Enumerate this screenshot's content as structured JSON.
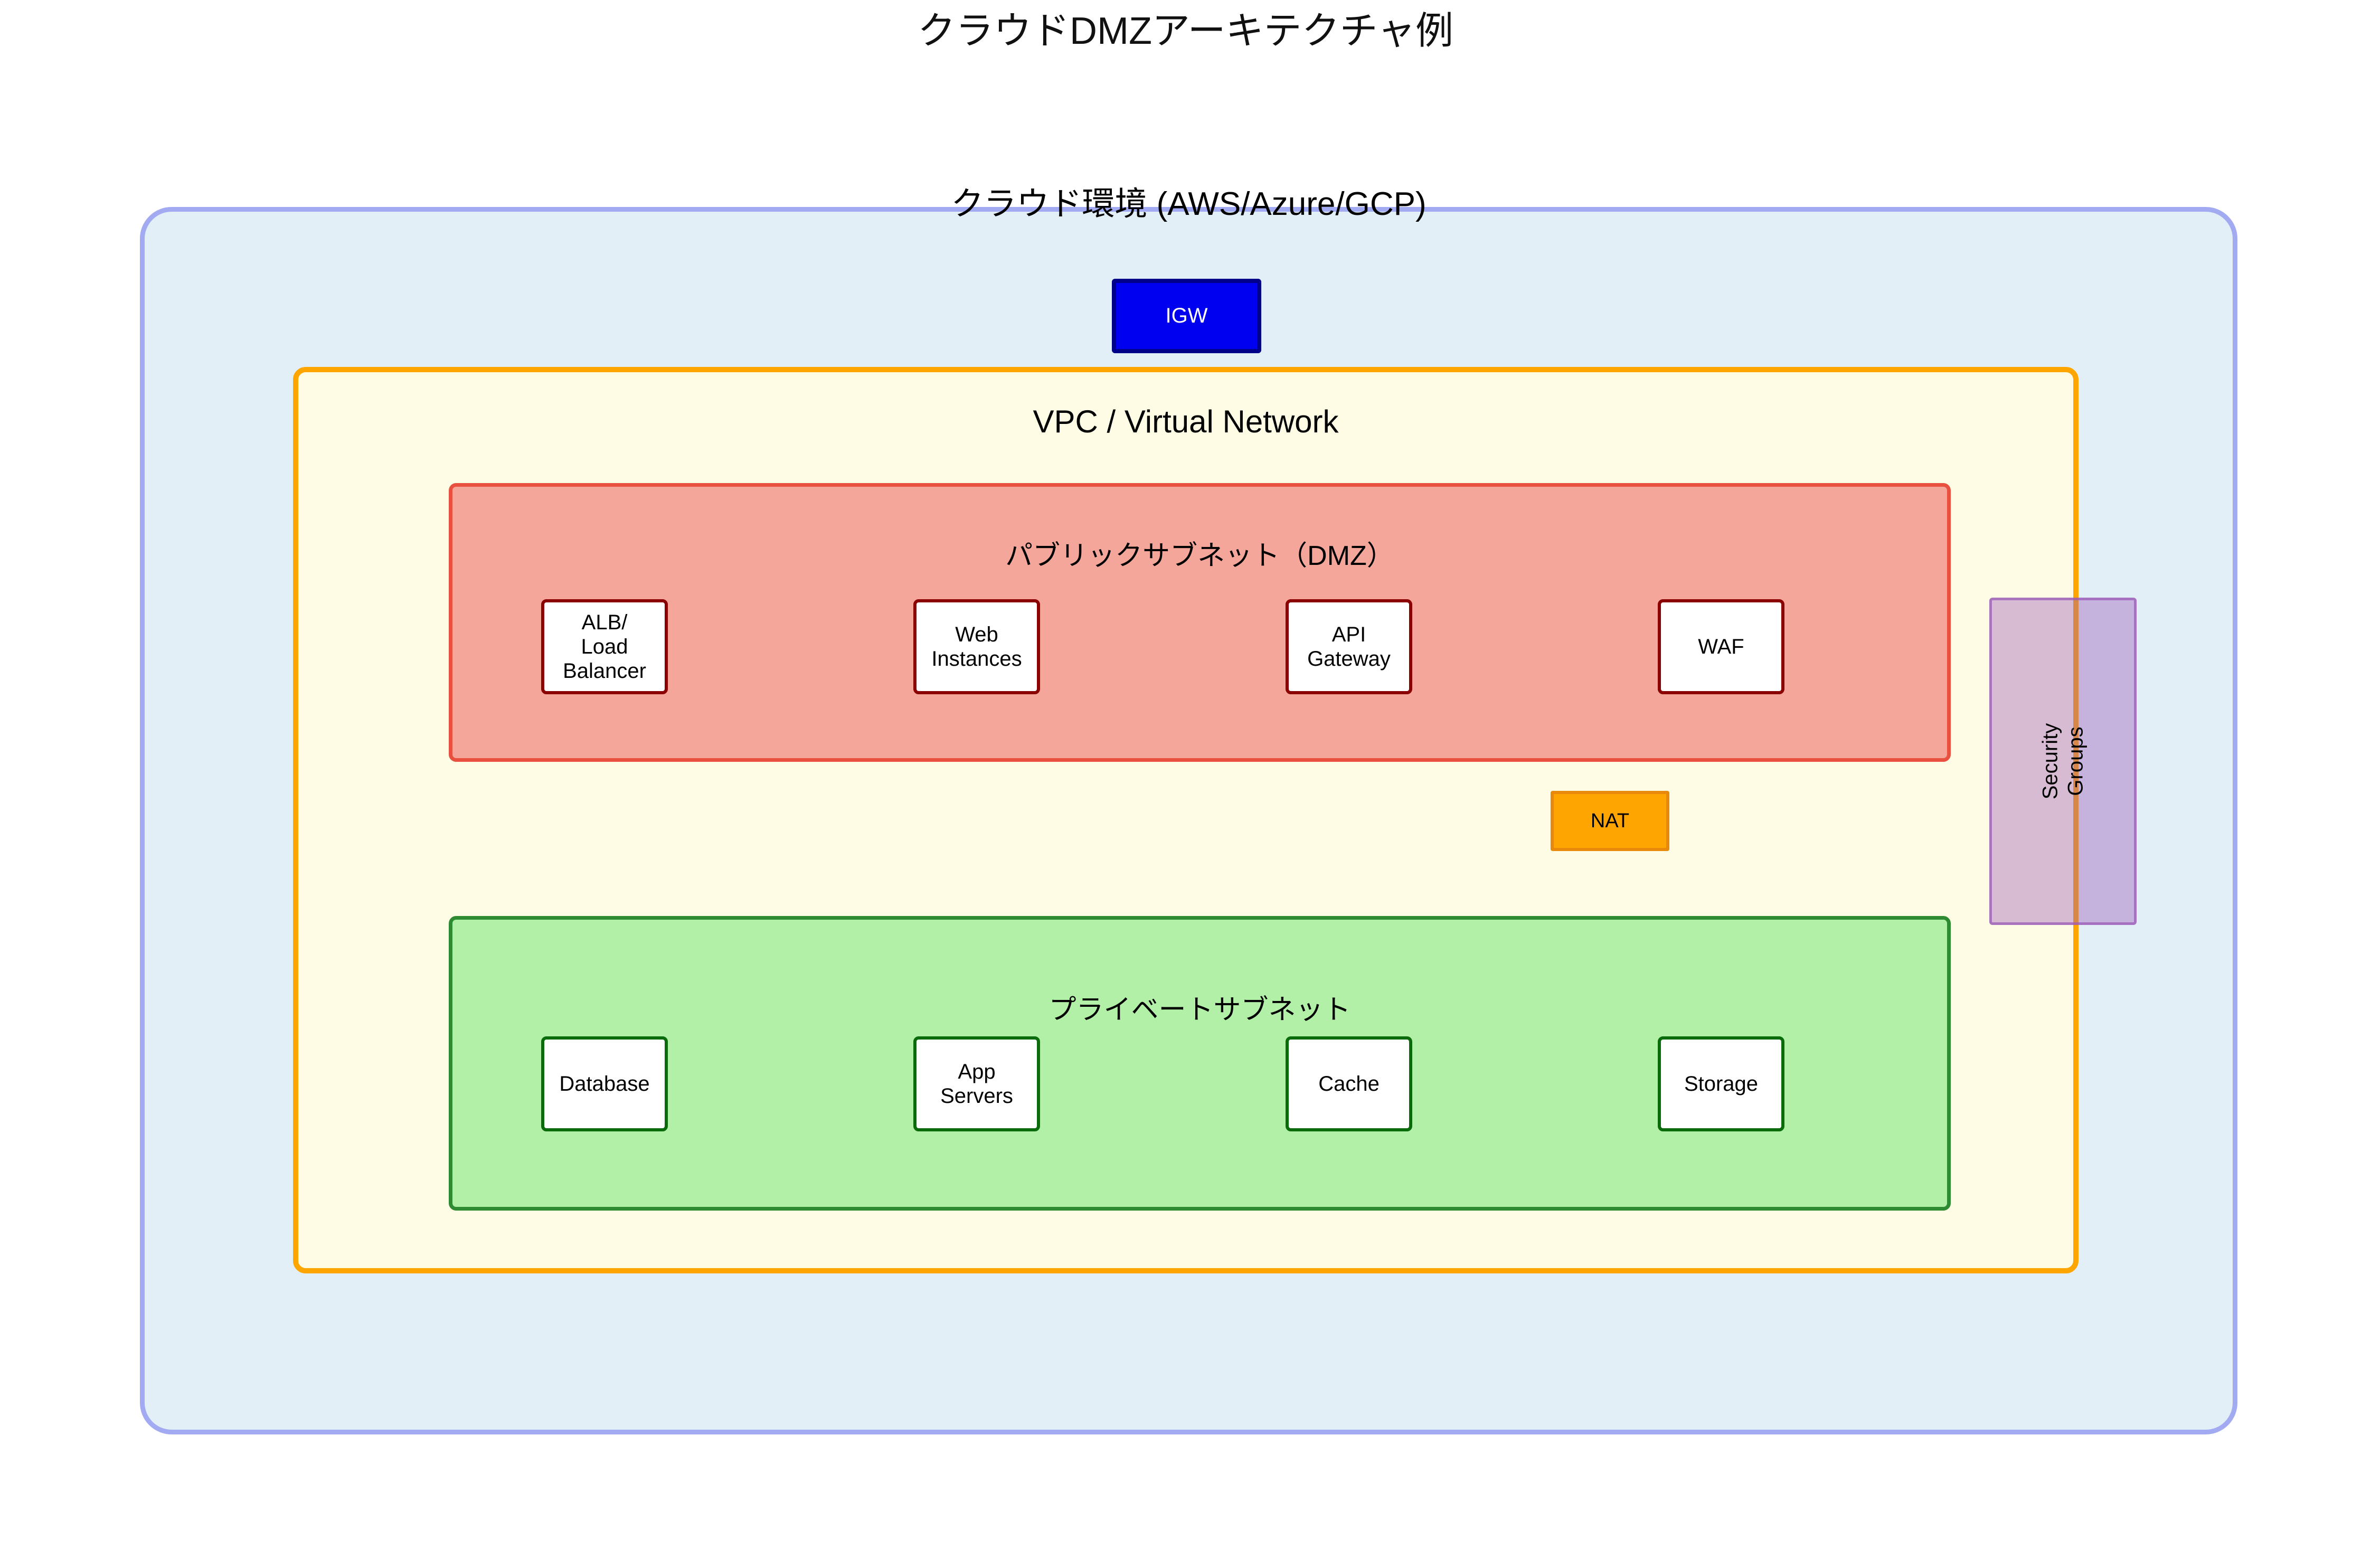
{
  "title": "クラウドDMZアーキテクチャ例",
  "colors": {
    "cloud_fill": "#e3eff7",
    "cloud_border": "#a2aaf2",
    "igw_fill": "#0000f0",
    "igw_border": "#00008b",
    "igw_text": "#ffffff",
    "vpc_fill": "#fffce5",
    "vpc_border": "#ffa500",
    "public_subnet_fill": "#f4a69a",
    "public_subnet_border": "#e8503f",
    "dmz_node_border": "#8b0000",
    "nat_fill": "#ffa502",
    "nat_border": "#e8890c",
    "private_subnet_fill": "#b2f0a7",
    "private_subnet_border": "#2e8b32",
    "private_node_border": "#0a6b0a",
    "node_fill": "#ffffff",
    "security_groups_fill": "rgba(155,89,182,0.40)",
    "security_groups_border": "rgba(155,89,182,0.75)",
    "text": "#000000"
  },
  "cloud": {
    "label": "クラウド環境 (AWS/Azure/GCP)",
    "igw": {
      "label": "IGW"
    },
    "vpc": {
      "label": "VPC / Virtual Network",
      "public_subnet": {
        "label": "パブリックサブネット（DMZ）",
        "nodes": [
          {
            "label": "ALB/\nLoad Balancer"
          },
          {
            "label": "Web\nInstances"
          },
          {
            "label": "API\nGateway"
          },
          {
            "label": "WAF"
          }
        ]
      },
      "nat": {
        "label": "NAT"
      },
      "private_subnet": {
        "label": "プライベートサブネット",
        "nodes": [
          {
            "label": "Database"
          },
          {
            "label": "App\nServers"
          },
          {
            "label": "Cache"
          },
          {
            "label": "Storage"
          }
        ]
      }
    },
    "security_groups": {
      "label": "Security\nGroups"
    }
  }
}
